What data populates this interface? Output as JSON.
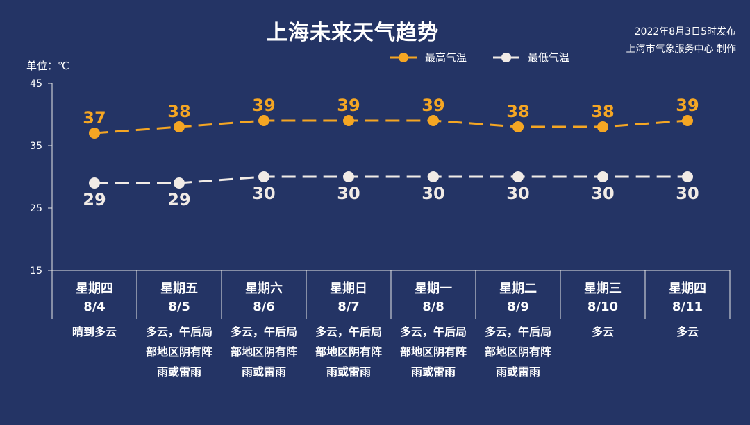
{
  "title": "上海未来天气趋势",
  "publish": {
    "time": "2022年8月3日5时发布",
    "source": "上海市气象服务中心 制作"
  },
  "unit_label": "单位：℃",
  "colors": {
    "background": "#243465",
    "high": "#F5A623",
    "low": "#F1EBE6",
    "axis": "#E8E8E8"
  },
  "chart_data": {
    "type": "line",
    "categories": [
      "8/4",
      "8/5",
      "8/6",
      "8/7",
      "8/8",
      "8/9",
      "8/10",
      "8/11"
    ],
    "weekdays": [
      "星期四",
      "星期五",
      "星期六",
      "星期日",
      "星期一",
      "星期二",
      "星期三",
      "星期四"
    ],
    "weather": [
      "晴到多云",
      "多云，午后局部地区阴有阵雨或雷雨",
      "多云，午后局部地区阴有阵雨或雷雨",
      "多云，午后局部地区阴有阵雨或雷雨",
      "多云，午后局部地区阴有阵雨或雷雨",
      "多云，午后局部地区阴有阵雨或雷雨",
      "多云",
      "多云"
    ],
    "series": [
      {
        "name": "最高气温",
        "values": [
          37,
          38,
          39,
          39,
          39,
          38,
          38,
          39
        ]
      },
      {
        "name": "最低气温",
        "values": [
          29,
          29,
          30,
          30,
          30,
          30,
          30,
          30
        ]
      }
    ],
    "yticks": [
      15,
      25,
      35,
      45
    ],
    "ylim": [
      15,
      45
    ],
    "line_style": "dashed",
    "grid": false,
    "legend_position": "top"
  }
}
